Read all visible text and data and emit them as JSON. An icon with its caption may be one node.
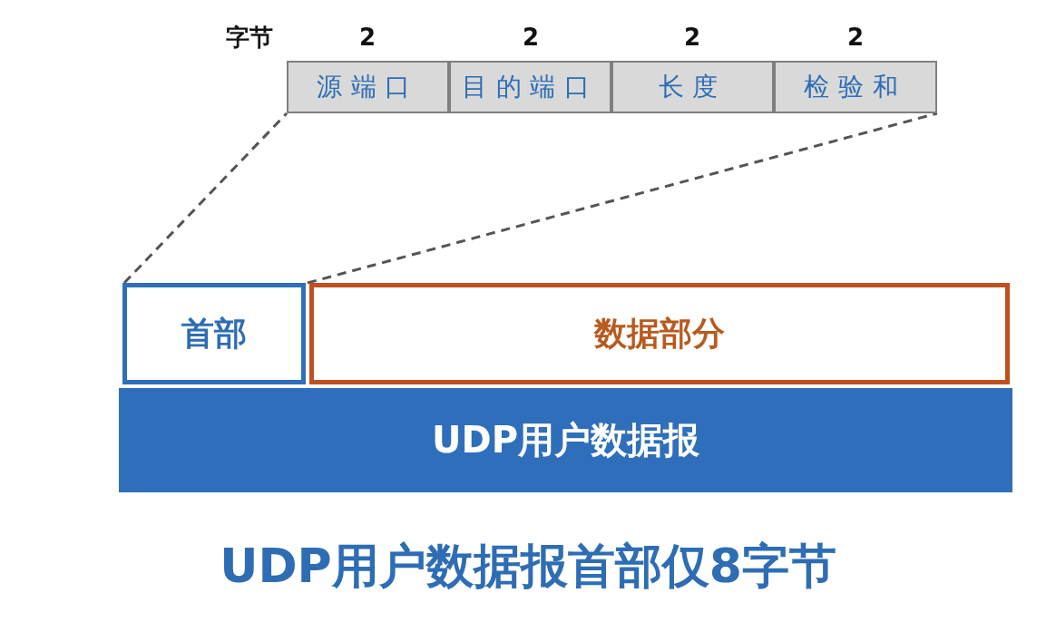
{
  "diagram": {
    "caption": "UDP用户数据报首部仅8字节",
    "nodes": [
      {
        "text": [
          "源端口"
        ]
      },
      {
        "text": [
          "目的端口"
        ]
      },
      {
        "text": [
          "长度"
        ]
      },
      {
        "text": [
          "检验和"
        ]
      },
      {
        "text": [
          "首部"
        ]
      },
      {
        "text": [
          "数据部分"
        ]
      },
      {
        "text": [
          "UDP用户数据报"
        ]
      }
    ],
    "edges": [
      {
        "from": 4,
        "to": 0,
        "arrow": "none",
        "style": "dashed"
      },
      {
        "from": 4,
        "to": 3,
        "arrow": "none",
        "style": "dashed"
      }
    ],
    "labels": [
      "字节",
      "2",
      "2",
      "2",
      "2"
    ]
  }
}
